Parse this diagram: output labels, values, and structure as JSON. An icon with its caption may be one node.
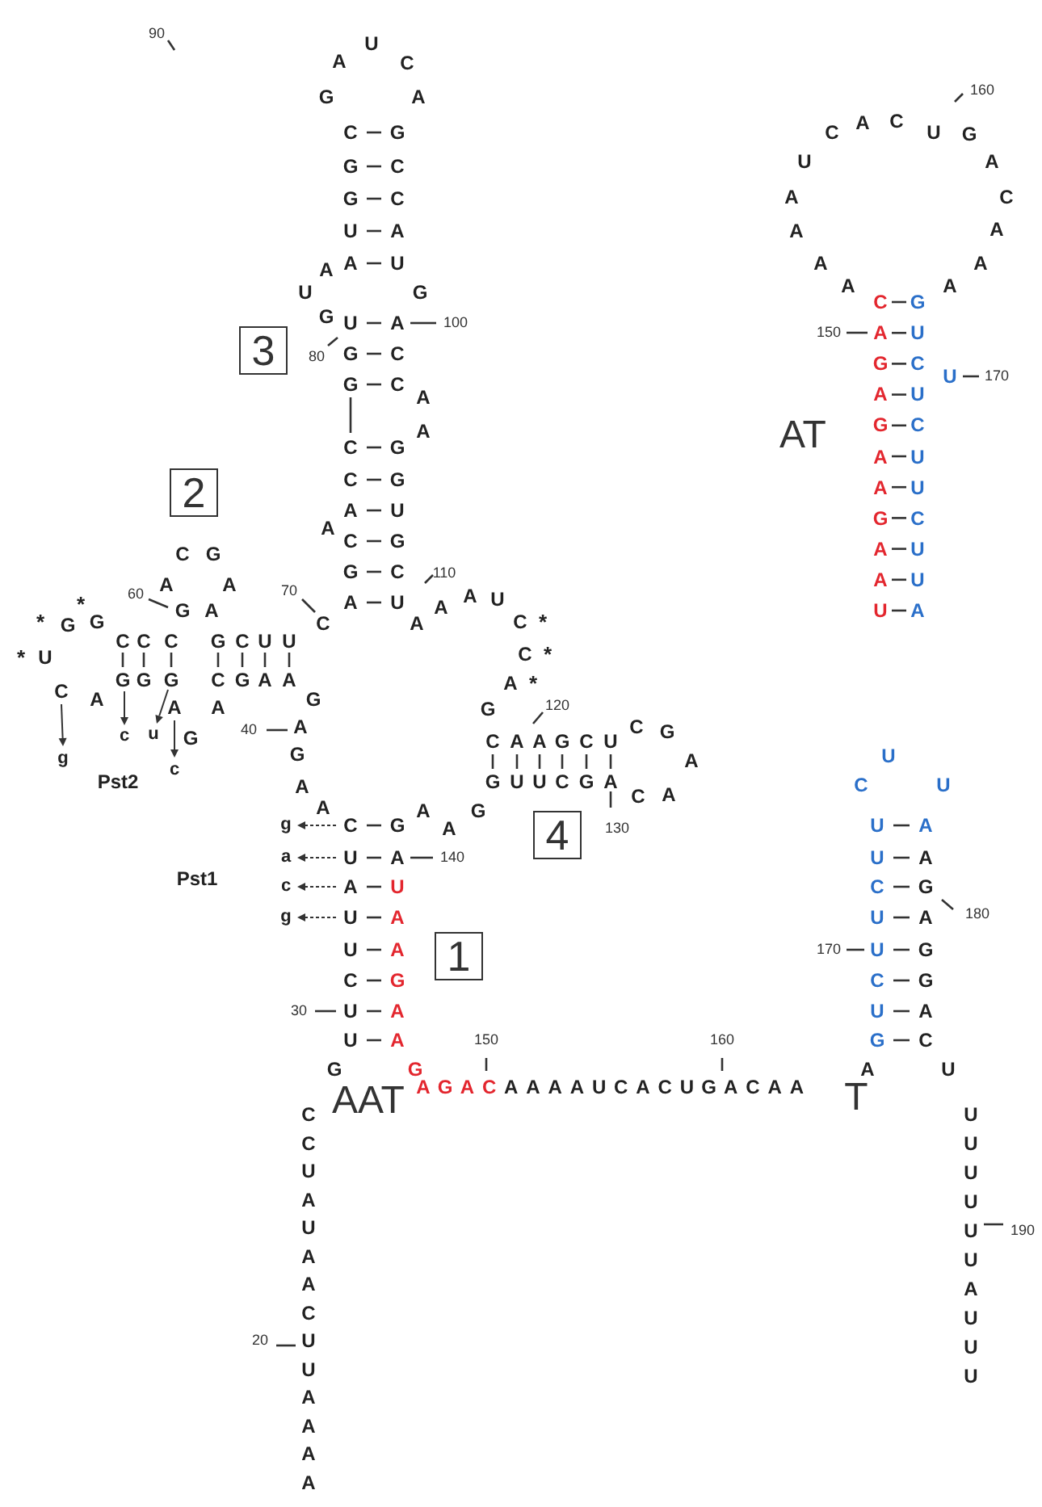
{
  "diagram": {
    "nodes": [
      {
        "text": [
          "3"
        ]
      },
      {
        "text": [
          "2"
        ]
      },
      {
        "text": [
          "4"
        ]
      },
      {
        "text": [
          "1"
        ]
      }
    ],
    "labels": [
      "90",
      "U",
      "A",
      "C",
      "G",
      "A",
      "C",
      "G",
      "G",
      "C",
      "G",
      "C",
      "U",
      "A",
      "A",
      "U",
      "A",
      "U",
      "G",
      "G",
      "U",
      "A",
      "100",
      "80",
      "G",
      "C",
      "G",
      "C",
      "A",
      "A",
      "C",
      "G",
      "C",
      "G",
      "A",
      "U",
      "A",
      "C",
      "G",
      "C",
      "G",
      "G",
      "C",
      "110",
      "*",
      "60",
      "A",
      "G",
      "A",
      "A",
      "70",
      "A",
      "U",
      "A",
      "A",
      "U",
      "*",
      "G",
      "G",
      "C",
      "A",
      "C",
      "*",
      "C",
      "C",
      "C",
      "G",
      "C",
      "U",
      "U",
      "*",
      "U",
      "C",
      "*",
      "G",
      "G",
      "G",
      "C",
      "G",
      "A",
      "A",
      "A",
      "*",
      "C",
      "A",
      "A",
      "A",
      "G",
      "G",
      "120",
      "c",
      "u",
      "G",
      "40",
      "A",
      "C",
      "G",
      "C",
      "A",
      "A",
      "G",
      "C",
      "U",
      "g",
      "c",
      "G",
      "A",
      "Pst2",
      "A",
      "G",
      "U",
      "U",
      "C",
      "G",
      "A",
      "C",
      "A",
      "A",
      "A",
      "G",
      "A",
      "130",
      "U",
      "C",
      "U",
      "g",
      "C",
      "G",
      "U",
      "A",
      "a",
      "U",
      "A",
      "140",
      "U",
      "A",
      "Pst1",
      "c",
      "A",
      "U",
      "C",
      "G",
      "g",
      "U",
      "A",
      "U",
      "A",
      "180",
      "U",
      "A",
      "170",
      "U",
      "G",
      "C",
      "G",
      "C",
      "G",
      "30",
      "U",
      "A",
      "U",
      "A",
      "U",
      "A",
      "150",
      "160",
      "G",
      "C",
      "G",
      "G",
      "A",
      "U",
      "A",
      "G",
      "A",
      "C",
      "A",
      "A",
      "A",
      "A",
      "U",
      "C",
      "A",
      "C",
      "U",
      "G",
      "A",
      "C",
      "A",
      "A",
      "AAT",
      "T",
      "C",
      "C",
      "U",
      "A",
      "U",
      "A",
      "A",
      "C",
      "20",
      "U",
      "U",
      "A",
      "A",
      "A",
      "A",
      "U",
      "U",
      "U",
      "U",
      "U",
      "190",
      "U",
      "A",
      "U",
      "U",
      "U",
      "160",
      "A",
      "C",
      "C",
      "U",
      "G",
      "U",
      "A",
      "A",
      "C",
      "A",
      "A",
      "A",
      "A",
      "A",
      "A",
      "C",
      "G",
      "150",
      "A",
      "U",
      "G",
      "C",
      "U",
      "170",
      "A",
      "U",
      "G",
      "C",
      "AT",
      "A",
      "U",
      "A",
      "U",
      "G",
      "C",
      "A",
      "U",
      "A",
      "U",
      "U",
      "A"
    ]
  }
}
